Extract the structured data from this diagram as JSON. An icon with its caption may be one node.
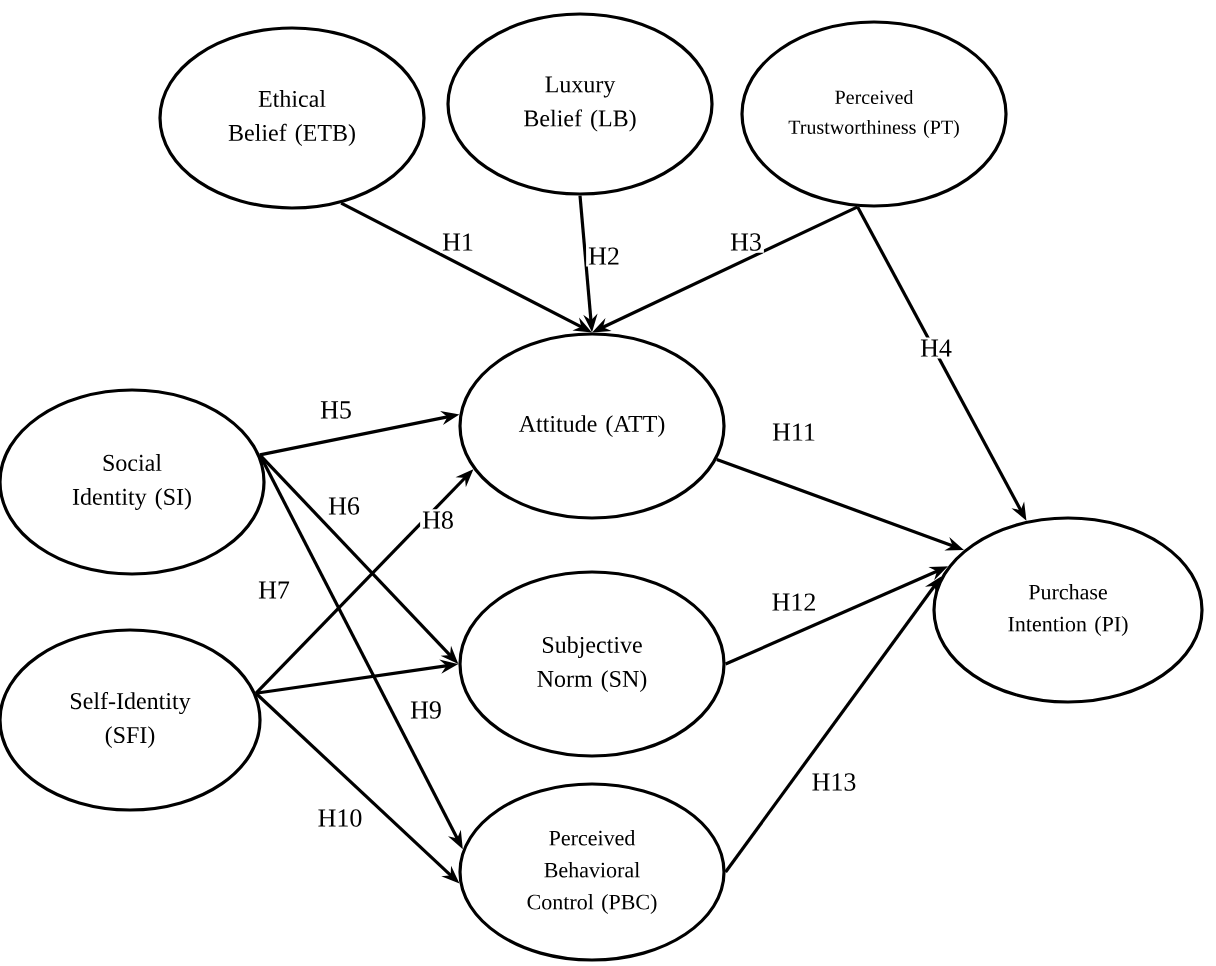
{
  "diagram": {
    "nodes": [
      {
        "text": [
          "Ethical Belief (ETB)"
        ]
      },
      {
        "text": [
          "Luxury Belief (LB)"
        ]
      },
      {
        "text": [
          "Perceived Trustworthiness (PT)"
        ]
      },
      {
        "text": [
          "Attitude (ATT)"
        ]
      },
      {
        "text": [
          "Social Identity (SI)"
        ]
      },
      {
        "text": [
          "Subjective Norm (SN)"
        ]
      },
      {
        "text": [
          "Self-Identity (SFI)"
        ]
      },
      {
        "text": [
          "Perceived Behavioral Control (PBC)"
        ]
      },
      {
        "text": [
          "Purchase Intention (PI)"
        ]
      }
    ],
    "edges": [
      {
        "from": 0,
        "to": 3,
        "arrow": "to",
        "label": "H1"
      },
      {
        "from": 1,
        "to": 3,
        "arrow": "to",
        "label": "H2"
      },
      {
        "from": 2,
        "to": 3,
        "arrow": "to",
        "label": "H3"
      },
      {
        "from": 2,
        "to": 8,
        "arrow": "to",
        "label": "H4"
      },
      {
        "from": 4,
        "to": 3,
        "arrow": "to",
        "label": "H5"
      },
      {
        "from": 4,
        "to": 5,
        "arrow": "to",
        "label": "H6"
      },
      {
        "from": 4,
        "to": 7,
        "arrow": "to",
        "label": "H7"
      },
      {
        "from": 6,
        "to": 3,
        "arrow": "to",
        "label": "H8"
      },
      {
        "from": 6,
        "to": 5,
        "arrow": "to",
        "label": "H9"
      },
      {
        "from": 6,
        "to": 7,
        "arrow": "to",
        "label": "H10"
      },
      {
        "from": 3,
        "to": 8,
        "arrow": "to",
        "label": "H11"
      },
      {
        "from": 5,
        "to": 8,
        "arrow": "to",
        "label": "H12"
      },
      {
        "from": 7,
        "to": 8,
        "arrow": "to",
        "label": "H13"
      }
    ]
  }
}
